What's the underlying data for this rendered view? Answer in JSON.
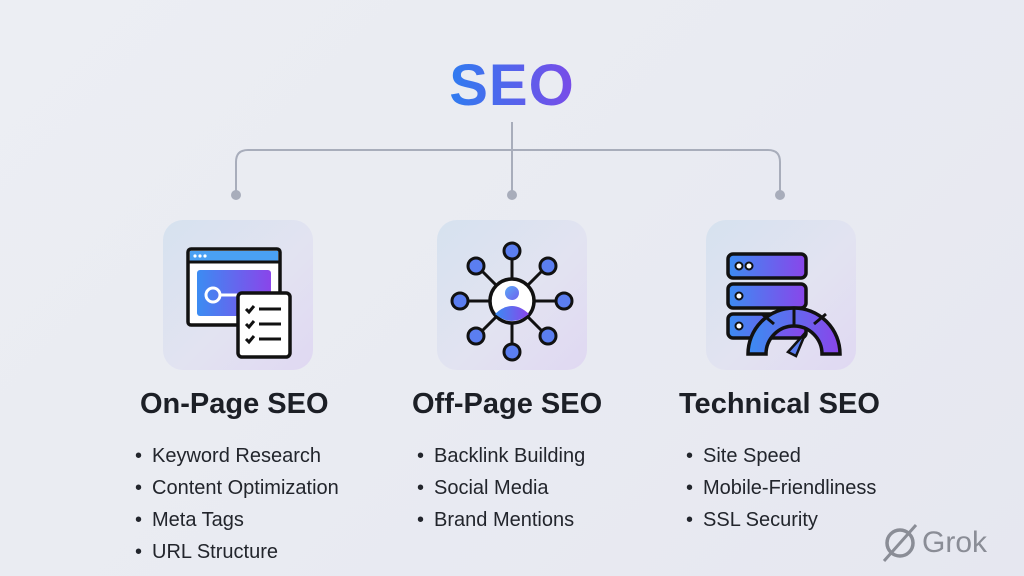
{
  "title": "SEO",
  "colors": {
    "accent_start": "#2f7cf0",
    "accent_end": "#7a4be8",
    "connector": "#a8adbb"
  },
  "columns": [
    {
      "heading": "On-Page SEO",
      "icon": "webpage-checklist-icon",
      "items": [
        "Keyword Research",
        "Content Optimization",
        "Meta Tags",
        "URL Structure"
      ]
    },
    {
      "heading": "Off-Page SEO",
      "icon": "network-user-icon",
      "items": [
        "Backlink Building",
        "Social Media",
        "Brand Mentions"
      ]
    },
    {
      "heading": "Technical SEO",
      "icon": "server-speedometer-icon",
      "items": [
        "Site Speed",
        "Mobile-Friendliness",
        "SSL Security"
      ]
    }
  ],
  "watermark": "Grok"
}
